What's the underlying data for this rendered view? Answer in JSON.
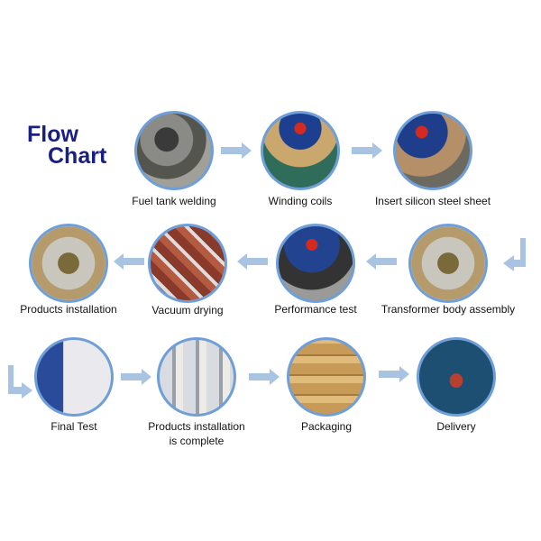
{
  "title": {
    "line1": "Flow",
    "line2": "Chart"
  },
  "colors": {
    "title": "#1a1f82",
    "circle_border": "#6f9fd8",
    "arrow": "#a9c3e3"
  },
  "steps": [
    {
      "label": "Fuel tank welding",
      "icon": "fuel-tank-photo"
    },
    {
      "label": "Winding coils",
      "icon": "winding-coils-photo"
    },
    {
      "label": "Insert silicon steel sheet",
      "icon": "silicon-steel-photo"
    },
    {
      "label": "Transformer body assembly",
      "icon": "body-assembly-photo"
    },
    {
      "label": "Performance test",
      "icon": "performance-test-photo"
    },
    {
      "label": "Vacuum drying",
      "icon": "vacuum-drying-photo"
    },
    {
      "label": "Products installation",
      "icon": "products-installation-photo"
    },
    {
      "label": "Final Test",
      "icon": "final-test-photo"
    },
    {
      "label": "Products installation is complete",
      "label_line1": "Products installation",
      "label_line2": "is complete",
      "icon": "installation-complete-photo"
    },
    {
      "label": "Packaging",
      "icon": "packaging-photo"
    },
    {
      "label": "Delivery",
      "icon": "delivery-ship-photo"
    }
  ]
}
